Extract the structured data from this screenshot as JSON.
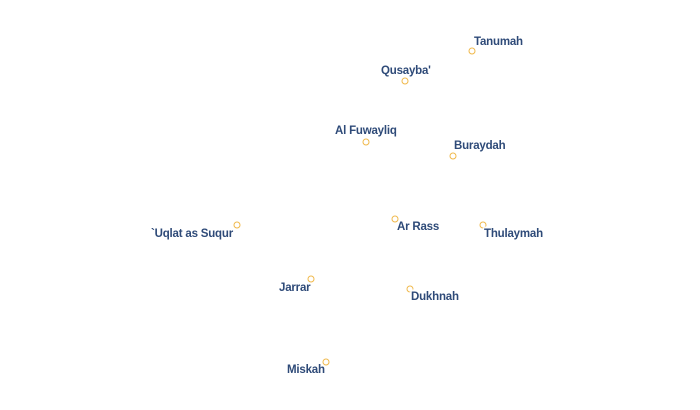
{
  "map": {
    "marker_color": "#f0b84a",
    "label_color": "#2e4a78",
    "places": [
      {
        "name": "Tanumah"
      },
      {
        "name": "Qusayba'"
      },
      {
        "name": "Al Fuwayliq"
      },
      {
        "name": "Buraydah"
      },
      {
        "name": "`Uqlat as Suqur"
      },
      {
        "name": "Ar Rass"
      },
      {
        "name": "Thulaymah"
      },
      {
        "name": "Jarrar"
      },
      {
        "name": "Dukhnah"
      },
      {
        "name": "Miskah"
      }
    ]
  }
}
